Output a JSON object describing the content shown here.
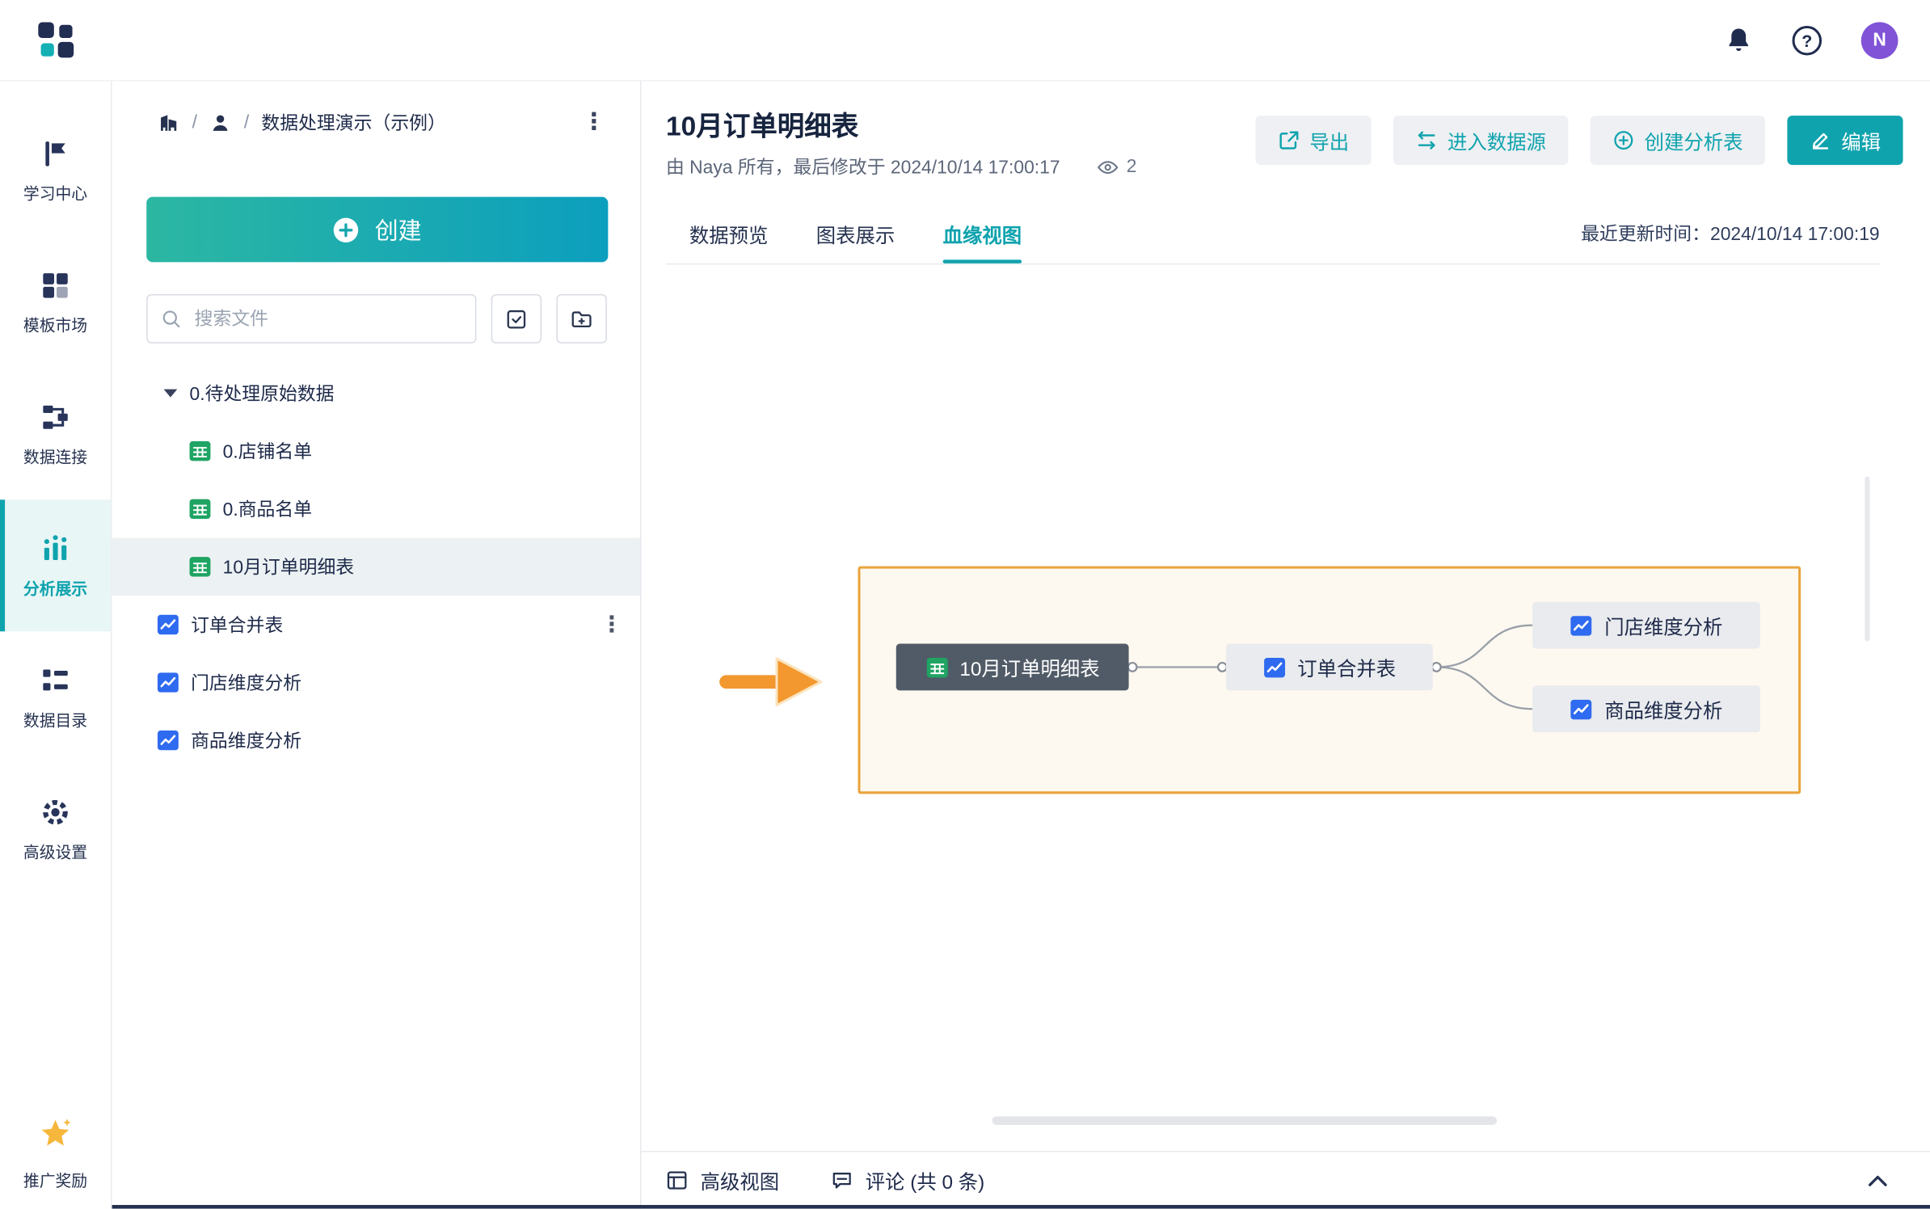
{
  "topbar": {
    "avatar_letter": "N",
    "help_glyph": "?"
  },
  "icons": {
    "kebab": "⋮"
  },
  "rail": {
    "items": [
      {
        "label": "学习中心"
      },
      {
        "label": "模板市场"
      },
      {
        "label": "数据连接"
      },
      {
        "label": "分析展示"
      },
      {
        "label": "数据目录"
      },
      {
        "label": "高级设置"
      }
    ],
    "bottom": {
      "label": "推广奖励"
    }
  },
  "panel": {
    "breadcrumb": {
      "separator": "/",
      "project": "数据处理演示（示例）"
    },
    "create_label": "创建",
    "search_placeholder": "搜索文件",
    "tree": [
      {
        "label": "0.待处理原始数据",
        "type": "folder",
        "expanded": true
      },
      {
        "label": "0.店铺名单",
        "type": "table"
      },
      {
        "label": "0.商品名单",
        "type": "table"
      },
      {
        "label": "10月订单明细表",
        "type": "table",
        "selected": true
      },
      {
        "label": "订单合并表",
        "type": "chart"
      },
      {
        "label": "门店维度分析",
        "type": "chart"
      },
      {
        "label": "商品维度分析",
        "type": "chart"
      }
    ]
  },
  "main": {
    "title": "10月订单明细表",
    "meta": "由 Naya 所有，最后修改于 2024/10/14 17:00:17",
    "view_count": "2",
    "actions": [
      {
        "label": "导出"
      },
      {
        "label": "进入数据源"
      },
      {
        "label": "创建分析表"
      },
      {
        "label": "编辑",
        "primary": true
      }
    ],
    "tabs": [
      {
        "label": "数据预览"
      },
      {
        "label": "图表展示"
      },
      {
        "label": "血缘视图",
        "active": true
      }
    ],
    "last_update": "最近更新时间：2024/10/14 17:00:19",
    "lineage": {
      "nodes": [
        {
          "label": "10月订单明细表",
          "type": "table",
          "highlighted": true
        },
        {
          "label": "订单合并表",
          "type": "chart"
        },
        {
          "label": "门店维度分析",
          "type": "chart"
        },
        {
          "label": "商品维度分析",
          "type": "chart"
        }
      ]
    },
    "footer": {
      "advanced_view": "高级视图",
      "comments": "评论 (共 0 条)"
    }
  },
  "colors": {
    "primary": "#0fa3ae",
    "create_gradient_start": "#2cb7a2",
    "create_gradient_end": "#0c9fbe",
    "highlight_border": "#e9a43c",
    "node_dark_bg": "#515b68",
    "table_icon_green": "#1fa463",
    "chart_icon_blue": "#2f6bf0",
    "avatar_purple": "#8053d7",
    "arrow_orange": "#f2982e"
  }
}
